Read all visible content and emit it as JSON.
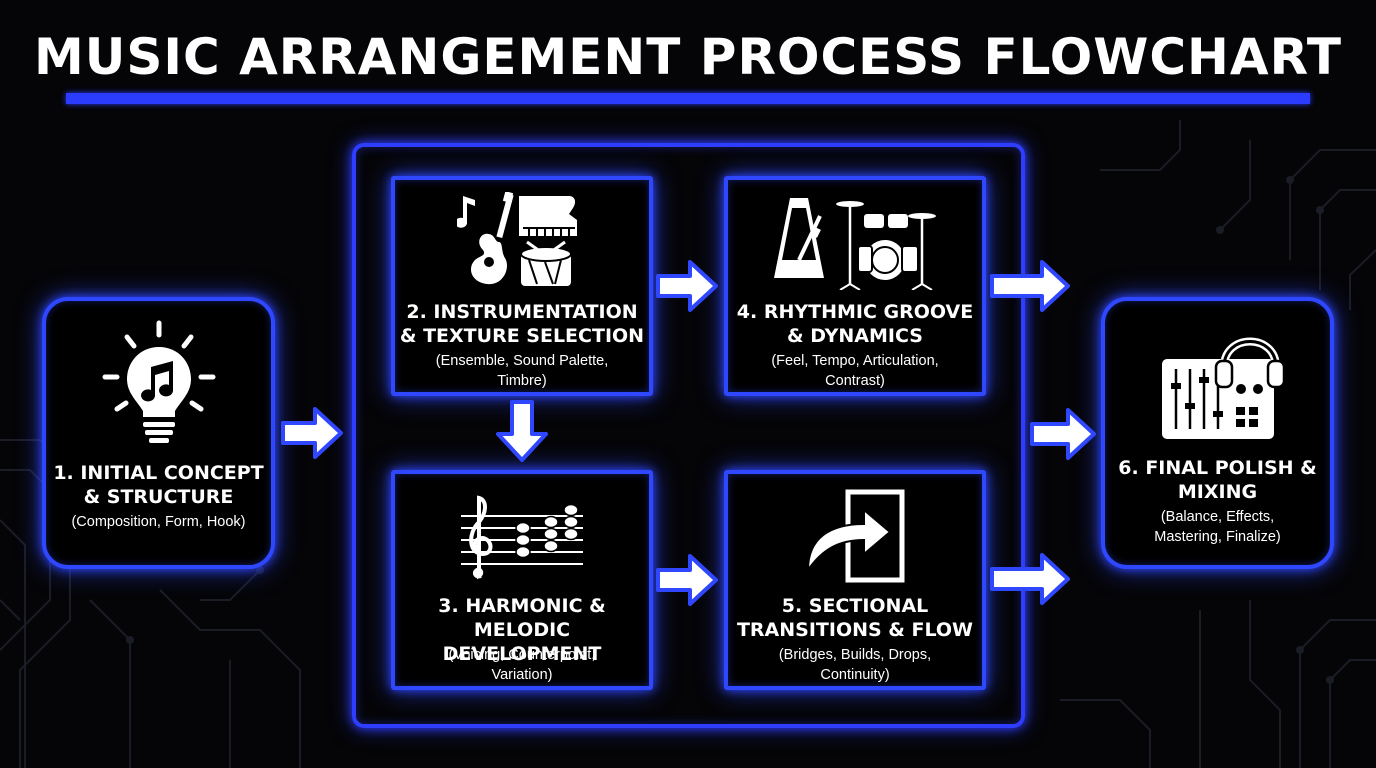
{
  "title": "MUSIC ARRANGEMENT PROCESS FLOWCHART",
  "colors": {
    "accent": "#2f47ff",
    "background": "#050507",
    "text": "#ffffff"
  },
  "steps": [
    {
      "label_line1": "1. INITIAL CONCEPT",
      "label_line2": "& STRUCTURE",
      "sub_line1": "(Composition, Form, Hook)",
      "sub_line2": "",
      "icon": "lightbulb-music-note-icon"
    },
    {
      "label_line1": "2. INSTRUMENTATION",
      "label_line2": "& TEXTURE SELECTION",
      "sub_line1": "(Ensemble, Sound Palette,",
      "sub_line2": "Timbre)",
      "icon": "instruments-icon"
    },
    {
      "label_line1": "3. HARMONIC &",
      "label_line2": "MELODIC DEVELOPMENT",
      "sub_line1": "(Voicing, Counterpoint,",
      "sub_line2": "Variation)",
      "icon": "sheet-music-icon"
    },
    {
      "label_line1": "4. RHYTHMIC GROOVE",
      "label_line2": "& DYNAMICS",
      "sub_line1": "(Feel, Tempo, Articulation,",
      "sub_line2": "Contrast)",
      "icon": "metronome-drums-icon"
    },
    {
      "label_line1": "5. SECTIONAL",
      "label_line2": "TRANSITIONS & FLOW",
      "sub_line1": "(Bridges, Builds, Drops,",
      "sub_line2": "Continuity)",
      "icon": "transition-arrow-icon"
    },
    {
      "label_line1": "6. FINAL POLISH &",
      "label_line2": "MIXING",
      "sub_line1": "(Balance, Effects,",
      "sub_line2": "Mastering, Finalize)",
      "icon": "mixer-headphones-icon"
    }
  ]
}
